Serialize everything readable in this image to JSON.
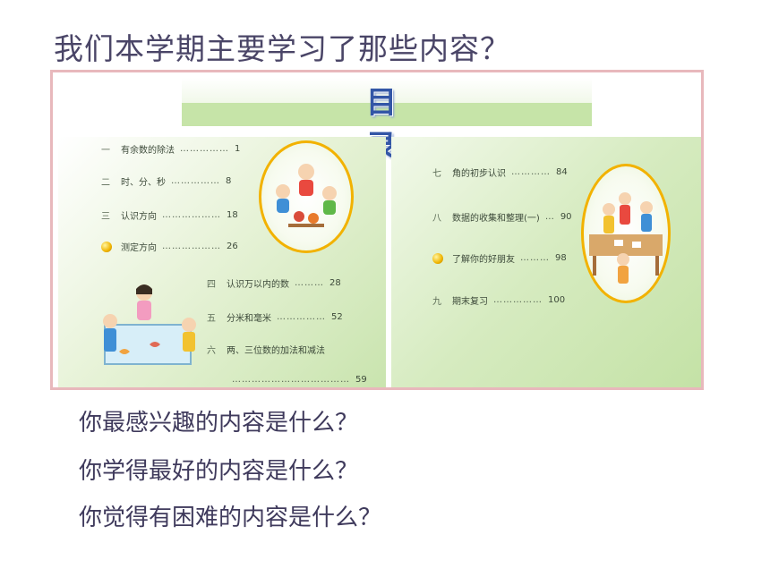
{
  "heading": "我们本学期主要学习了那些内容？",
  "toc_title": "目 录",
  "left_entries": [
    {
      "num": "一",
      "title": "有余数的除法",
      "leader": "……………",
      "page": "1"
    },
    {
      "num": "二",
      "title": "时、分、秒",
      "leader": "……………",
      "page": "8"
    },
    {
      "num": "三",
      "title": "认识方向",
      "leader": "………………",
      "page": "18"
    },
    {
      "num": "",
      "title": "测定方向",
      "leader": "………………",
      "page": "26"
    }
  ],
  "middle_entries": [
    {
      "num": "四",
      "title": "认识万以内的数",
      "leader": "………",
      "page": "28"
    },
    {
      "num": "五",
      "title": "分米和毫米",
      "leader": "……………",
      "page": "52"
    },
    {
      "num": "六",
      "title": "两、三位数的加法和减法",
      "leader": "",
      "page": ""
    },
    {
      "num": "",
      "title": "",
      "leader": "………………………………",
      "page": "59"
    }
  ],
  "right_entries": [
    {
      "num": "七",
      "title": "角的初步认识",
      "leader": "…………",
      "page": "84"
    },
    {
      "num": "八",
      "title": "数据的收集和整理(一)",
      "leader": "…",
      "page": "90"
    },
    {
      "num": "",
      "title": "了解你的好朋友",
      "leader": "………",
      "page": "98"
    },
    {
      "num": "九",
      "title": "期末复习",
      "leader": "……………",
      "page": "100"
    }
  ],
  "questions": [
    "你最感兴趣的内容是什么？",
    "你学得最好的内容是什么？",
    "你觉得有困难的内容是什么？"
  ],
  "colors": {
    "frame_border": "#e8b8bc",
    "panel_green": "#c9e4ae",
    "title_blue": "#3356a6",
    "oval_border": "#f2b200"
  }
}
